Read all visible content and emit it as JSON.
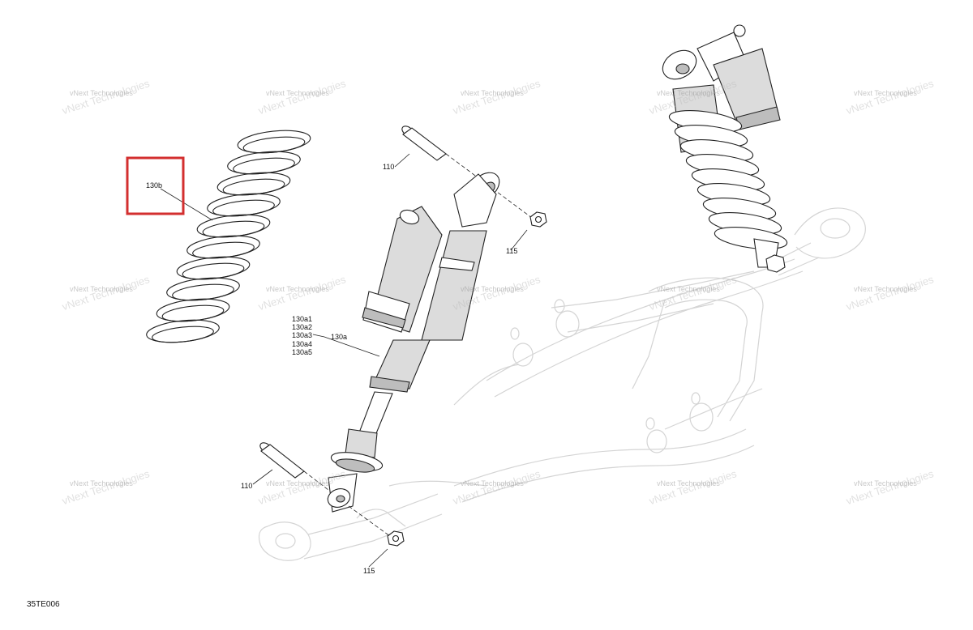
{
  "watermark": {
    "line1": "vNext",
    "line2": "Technologies",
    "combined": "vNext Technologies"
  },
  "callouts": {
    "spring": "130b",
    "bolt_top": "110",
    "nut_top": "115",
    "shock": "130a",
    "shock_variants": [
      "130a1",
      "130a2",
      "130a3",
      "130a4",
      "130a5"
    ],
    "bolt_bottom": "110",
    "nut_bottom": "115"
  },
  "figure_code": "35TE006",
  "highlight_color": "#d32f2f"
}
